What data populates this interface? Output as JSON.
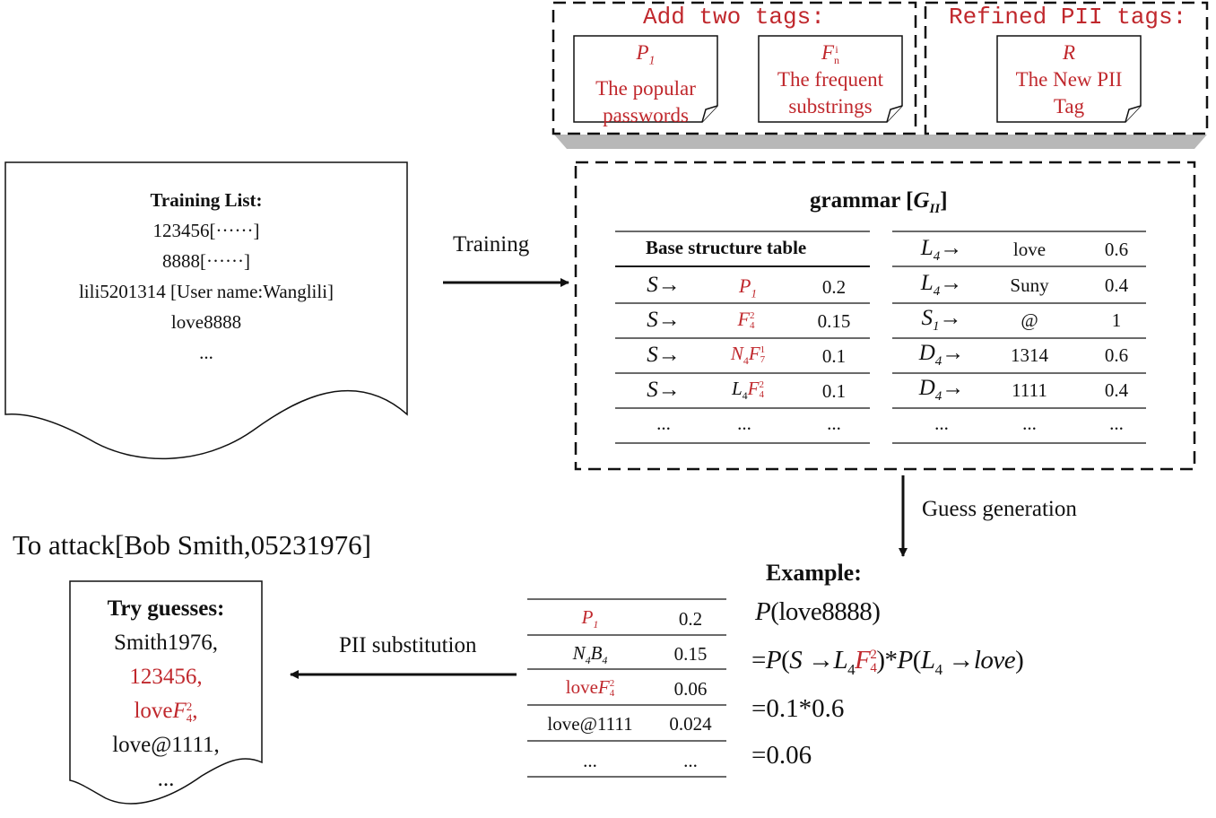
{
  "tags_box": {
    "add_title": "Add two tags:",
    "refined_title": "Refined PII tags:",
    "p1": {
      "symbol": "P",
      "sub": "1",
      "line1": "The popular",
      "line2": "passwords"
    },
    "fn": {
      "symbol": "F",
      "sub": "n",
      "sup": "i",
      "line1": "The frequent",
      "line2": "substrings"
    },
    "r": {
      "symbol": "R",
      "line1": "The New PII",
      "line2": "Tag"
    }
  },
  "training_doc": {
    "title": "Training List:",
    "lines": [
      "123456[······]",
      "8888[······]",
      "lili5201314 [User name:Wanglili]",
      "love8888",
      "..."
    ]
  },
  "arrows": {
    "training": "Training",
    "guess_generation": "Guess generation",
    "pii_substitution": "PII substitution"
  },
  "grammar": {
    "title_prefix": "grammar [",
    "title_symbol": "G",
    "title_sub": "II",
    "title_suffix": "]",
    "base_header": "Base structure table",
    "base_rows": [
      {
        "lhs": "S",
        "rhs": "P1",
        "prob": "0.2"
      },
      {
        "lhs": "S",
        "rhs": "F42",
        "prob": "0.15"
      },
      {
        "lhs": "S",
        "rhs": "N4F71",
        "prob": "0.1"
      },
      {
        "lhs": "S",
        "rhs": "L4F42",
        "prob": "0.1"
      },
      {
        "lhs": "...",
        "rhs": "...",
        "prob": "..."
      }
    ],
    "term_rows": [
      {
        "lhs": "L4",
        "rhs": "love",
        "prob": "0.6"
      },
      {
        "lhs": "L4",
        "rhs": "Suny",
        "prob": "0.4"
      },
      {
        "lhs": "S1",
        "rhs": "@",
        "prob": "1"
      },
      {
        "lhs": "D4",
        "rhs": "1314",
        "prob": "0.6"
      },
      {
        "lhs": "D4",
        "rhs": "1111",
        "prob": "0.4"
      },
      {
        "lhs": "...",
        "rhs": "...",
        "prob": "..."
      }
    ],
    "arrow_glyph": "→"
  },
  "attack": {
    "label": "To attack[Bob Smith,05231976]"
  },
  "guesses_doc": {
    "title": "Try guesses:",
    "lines": [
      "Smith1976,",
      "123456,",
      "loveF42,",
      "love@1111,",
      "..."
    ]
  },
  "example": {
    "title": "Example:",
    "line1": "P(love8888)",
    "line2": "=P(S→L4F42)*P(L4→love)",
    "line3": "=0.1*0.6",
    "line4": "=0.06"
  },
  "guess_table": {
    "rows": [
      {
        "struct": "P1",
        "prob": "0.2"
      },
      {
        "struct": "N4B4",
        "prob": "0.15"
      },
      {
        "struct": "loveF42",
        "prob": "0.06"
      },
      {
        "struct": "love@1111",
        "prob": "0.024"
      },
      {
        "struct": "...",
        "prob": "..."
      }
    ]
  }
}
